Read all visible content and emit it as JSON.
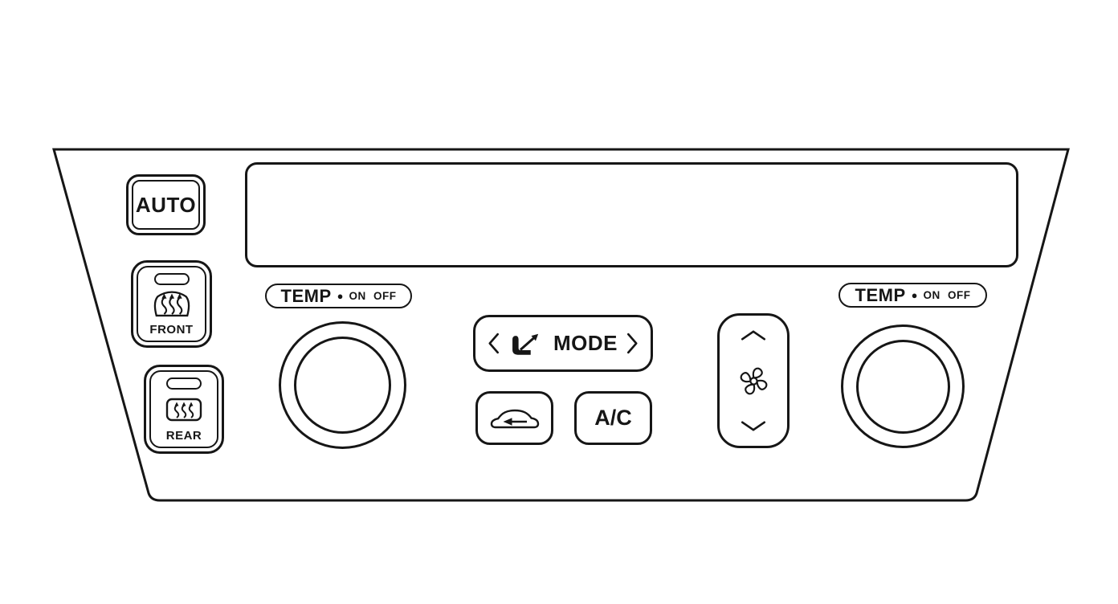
{
  "colors": {
    "line": "#161616",
    "background": "#ffffff"
  },
  "panel": {
    "auto_button": {
      "label": "AUTO"
    },
    "front_button": {
      "label": "FRONT",
      "icon": "front-defrost-icon",
      "indicator": "indicator-light"
    },
    "rear_button": {
      "label": "REAR",
      "icon": "rear-defrost-icon",
      "indicator": "indicator-light"
    },
    "temp_left": {
      "label": "TEMP",
      "dot": "●",
      "on_off": "ON OFF"
    },
    "temp_right": {
      "label": "TEMP",
      "dot": "●",
      "on_off": "ON OFF"
    },
    "mode_button": {
      "label": "MODE",
      "icon": "seat-airflow-icon",
      "left_icon": "chevron-left-icon",
      "right_icon": "chevron-right-icon"
    },
    "recirculation_button": {
      "icon": "recirculation-car-icon"
    },
    "ac_button": {
      "label": "A/C"
    },
    "fan_control": {
      "icon": "fan-blades-icon",
      "up_icon": "chevron-up-icon",
      "down_icon": "chevron-down-icon"
    }
  }
}
